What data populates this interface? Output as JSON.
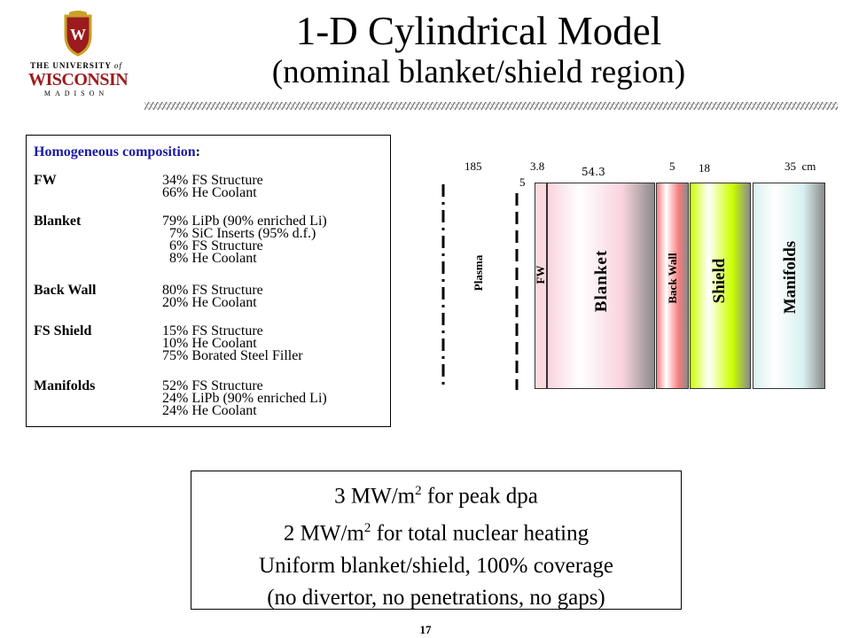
{
  "logo": {
    "line1": "THE UNIVERSITY",
    "line1b": "of",
    "line2": "WISCONSIN",
    "line3": "MADISON",
    "crest_letter": "W",
    "colors": {
      "red": "#9b1b1e",
      "gold": "#c9a227"
    }
  },
  "title": "1-D Cylindrical Model",
  "subtitle": "(nominal blanket/shield region)",
  "composition": {
    "heading": "Homogeneous composition",
    "heading_colon": ":",
    "rows": [
      {
        "name": "FW",
        "lines": [
          "34% FS Structure",
          "66% He Coolant"
        ]
      },
      {
        "name": "Blanket",
        "lines": [
          "79% LiPb (90% enriched Li)",
          "  7% SiC Inserts (95% d.f.)",
          "  6% FS Structure",
          "  8% He Coolant"
        ]
      },
      {
        "name": "Back Wall",
        "lines": [
          "80% FS Structure",
          "20% He Coolant"
        ]
      },
      {
        "name": "FS Shield",
        "lines": [
          "15% FS Structure",
          "10% He Coolant",
          "75% Borated Steel Filler"
        ]
      },
      {
        "name": "Manifolds",
        "lines": [
          "52% FS Structure",
          "24% LiPb (90% enriched Li)",
          "24% He Coolant"
        ]
      }
    ]
  },
  "model": {
    "dimensions": {
      "plasma": "185",
      "gap": "5",
      "fw": "3.8",
      "blanket": "54.3",
      "back_wall": "5",
      "shield": "18",
      "manifolds": "35",
      "unit": "cm"
    },
    "labels": {
      "plasma": "Plasma",
      "fw": "FW",
      "blanket": "Blanket",
      "back_wall": "Back Wall",
      "shield": "Shield",
      "manifolds": "Manifolds"
    },
    "colors": {
      "fw": "#fbd9dd",
      "blanket": "#f9d3de",
      "back_wall": "#f77d7d",
      "shield": "#ccff00",
      "manifolds": "#d8f1f0"
    }
  },
  "summary": {
    "line1_pre": "3 MW/m",
    "line1_sup": "2",
    "line1_post": " for peak dpa",
    "line2_pre": "2 MW/m",
    "line2_sup": "2",
    "line2_post": " for total nuclear heating",
    "line3": "Uniform blanket/shield, 100% coverage",
    "line4": "(no divertor, no penetrations, no gaps)"
  },
  "page_number": "17"
}
